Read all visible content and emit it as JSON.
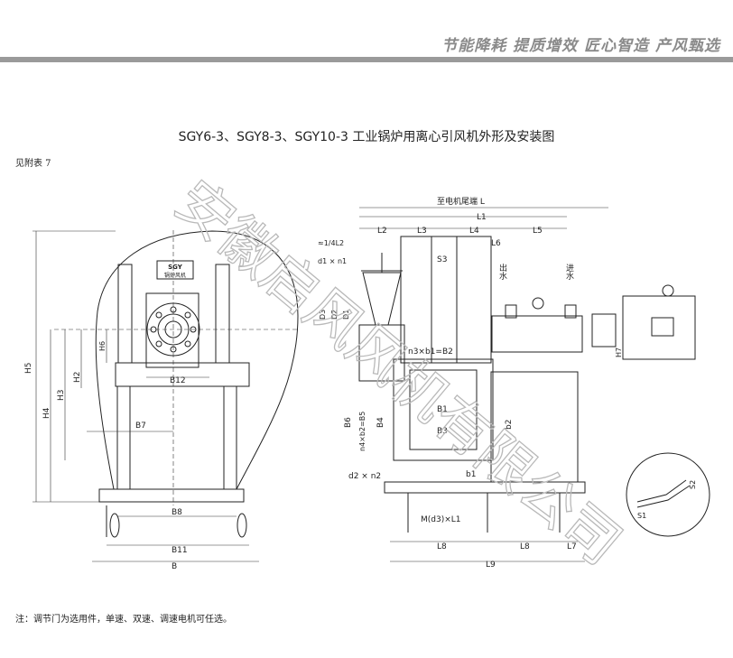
{
  "header": {
    "slogan": "节能降耗 提质增效 匠心智造 产风甄选"
  },
  "title": "SGY6-3、SGY8-3、SGY10-3 工业锅炉用离心引风机外形及安装图",
  "reference": "见附表 7",
  "note": "注：调节门为选用件，单速、双速、调速电机可任选。",
  "watermark": "安徽启风风机有限公司",
  "nameplate": {
    "brand": "SGY",
    "text": "锅炉风机"
  },
  "front_view_labels": {
    "H5": "H5",
    "H4": "H4",
    "H3": "H3",
    "H2": "H2",
    "H6": "H6",
    "B12": "B12",
    "B7": "B7",
    "B8": "B8",
    "B11": "B11",
    "B": "B"
  },
  "side_view_labels": {
    "L_motor": "至电机尾端 L",
    "L1": "L1",
    "L2": "L2",
    "L3": "L3",
    "L4": "L4",
    "L5": "L5",
    "L6": "L6",
    "quarter_L2": "≈1/4L2",
    "d1n1": "d1 × n1",
    "S3": "S3",
    "outlet": "出水",
    "inlet": "进水",
    "D3": "D3",
    "D2": "D2",
    "D1": "D1",
    "H7": "H7",
    "n3b1": "n3×b1=B2",
    "B6": "B6",
    "n4b2": "n4×b2=B5",
    "B4": "B4",
    "B1": "B1",
    "B3": "B3",
    "b2": "b2",
    "b1": "b1",
    "d2n2": "d2 × n2",
    "bolt": "M(d3)×L1",
    "L8a": "L8",
    "L8b": "L8",
    "L7": "L7",
    "L9": "L9"
  },
  "detail_labels": {
    "S1": "S1",
    "S2": "S2"
  }
}
